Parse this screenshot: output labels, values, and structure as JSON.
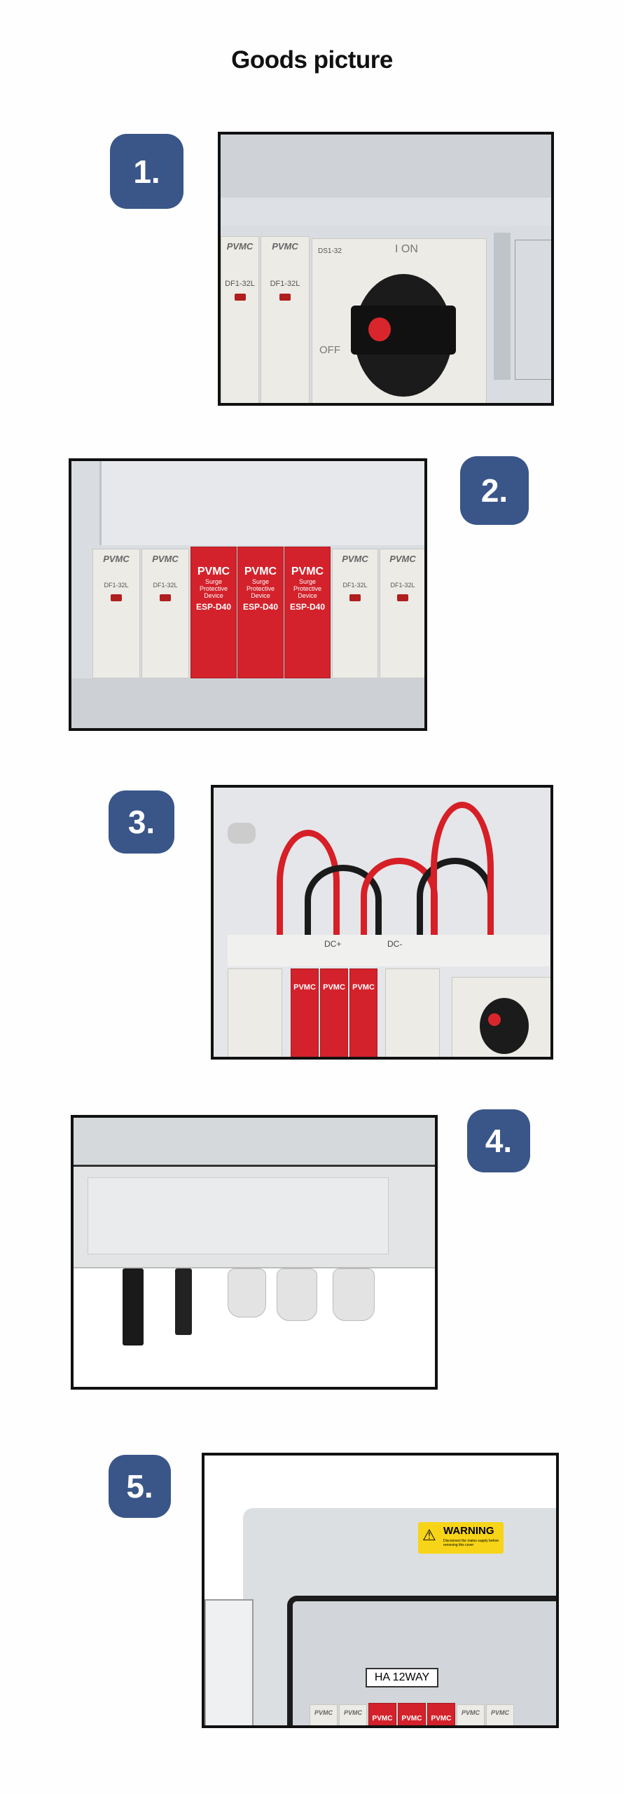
{
  "header": {
    "title": "Goods picture"
  },
  "items": [
    {
      "number": "1.",
      "labels": {
        "brand": "PVMC",
        "fuse_model": "DF1-32L",
        "switch_model": "DS1-32",
        "on": "I ON",
        "off": "OFF"
      }
    },
    {
      "number": "2.",
      "labels": {
        "brand": "PVMC",
        "fuse_model": "DF1-32L",
        "spd_model": "ESP-D40",
        "spd_desc": "Surge Protective Device"
      }
    },
    {
      "number": "3.",
      "labels": {
        "brand": "PVMC",
        "dc_plus": "DC+",
        "dc_minus": "DC-"
      }
    },
    {
      "number": "4."
    },
    {
      "number": "5.",
      "labels": {
        "warning": "WARNING",
        "warning_text": "Disconnect the mains supply before removing this cover",
        "nameplate": "HA 12WAY",
        "brand": "PVMC"
      }
    }
  ],
  "colors": {
    "badge": "#3a5689",
    "spd_red": "#d3222b",
    "warning_yellow": "#f7d417"
  }
}
